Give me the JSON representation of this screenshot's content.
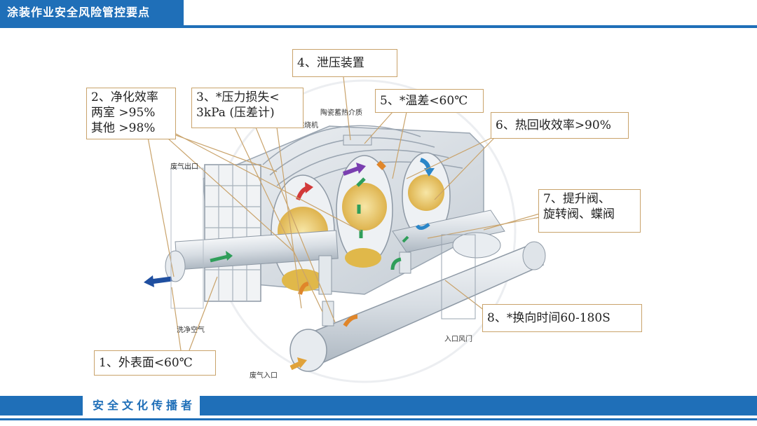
{
  "header": {
    "title": "涂装作业安全风险管控要点"
  },
  "footer": {
    "title": "安全文化传播者"
  },
  "diagram": {
    "tags": {
      "exhaust_outlet": "废气出口",
      "burner": "燃烧机",
      "ceramic_media": "陶瓷蓄热介质",
      "clean_air": "洗净空气",
      "inlet_damper": "入口风门",
      "exhaust_inlet": "废气入口"
    },
    "callouts": [
      {
        "id": "c1",
        "text": "1、外表面<60℃"
      },
      {
        "id": "c2",
        "text": "2、净化效率\n两室 >95%\n其他 >98%"
      },
      {
        "id": "c3",
        "text": "3、*压力损失<\n3kPa (压差计)"
      },
      {
        "id": "c4",
        "text": "4、泄压装置"
      },
      {
        "id": "c5",
        "text": "5、*温差<60℃"
      },
      {
        "id": "c6",
        "text": "6、热回收效率>90%"
      },
      {
        "id": "c7",
        "text": "7、提升阀、\n旋转阀、蝶阀"
      },
      {
        "id": "c8",
        "text": "8、*换向时间60-180S"
      }
    ]
  },
  "colors": {
    "brand_blue": "#1f6fb8",
    "callout_border": "#c9a36b",
    "media_yellow": "#e8c34a"
  }
}
